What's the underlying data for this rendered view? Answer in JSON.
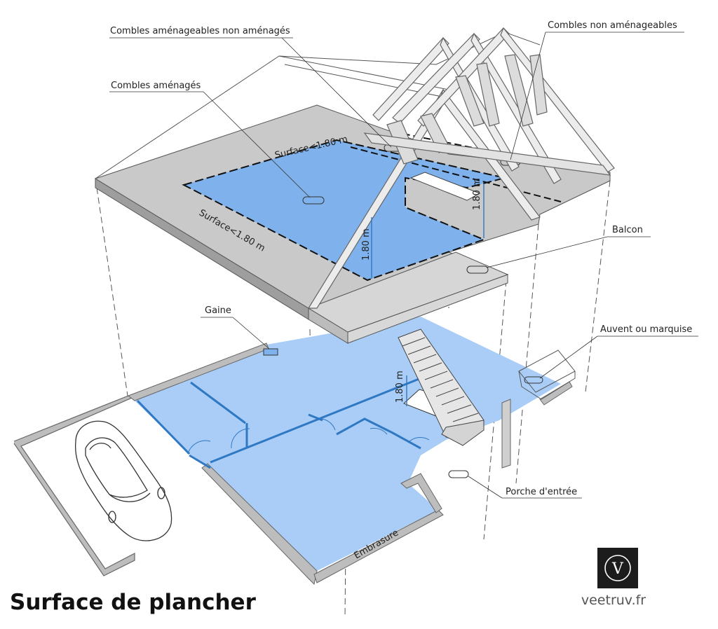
{
  "title": "Surface de plancher",
  "logo": {
    "letter": "V",
    "site": "veetruv.fr"
  },
  "labels": {
    "combles_amenageables": "Combles aménageables non aménagés",
    "combles_non": "Combles non aménageables",
    "combles_amenages": "Combles aménagés",
    "balcon": "Balcon",
    "gaine": "Gaine",
    "auvent": "Auvent ou marquise",
    "porche": "Porche d'entrée",
    "embrasure": "Embrasure",
    "surface_top": "Surface<1.80 m",
    "surface_left": "Surface<1.80 m",
    "h_upper_a": "1.80 m",
    "h_upper_b": "1.80 m",
    "h_lower": "1.80 m"
  },
  "colors": {
    "floor_blue": "#a9cdf6",
    "attic_blue": "#7fb2ec",
    "slab_grey": "#c9c9c9",
    "slab_edge": "#9e9e9e",
    "wall_grey": "#bdbdbd",
    "blue_line": "#2f78c4",
    "truss": "#ececec"
  }
}
